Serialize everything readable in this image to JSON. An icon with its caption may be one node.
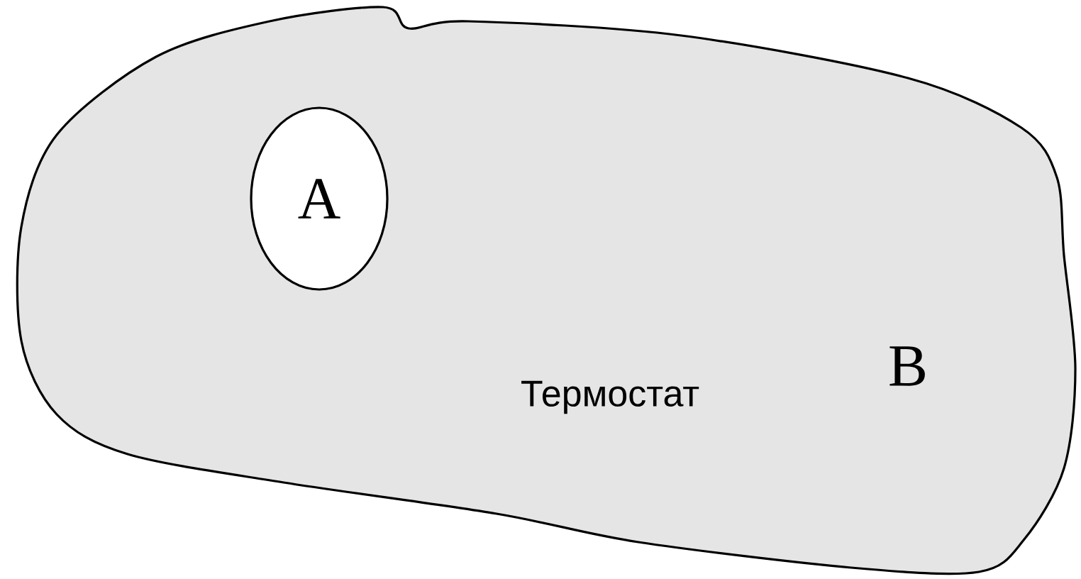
{
  "diagram": {
    "nodes": [
      {
        "text": [
          "Термостат",
          "B"
        ]
      },
      {
        "text": [
          "A"
        ],
        "in": 0
      }
    ]
  }
}
